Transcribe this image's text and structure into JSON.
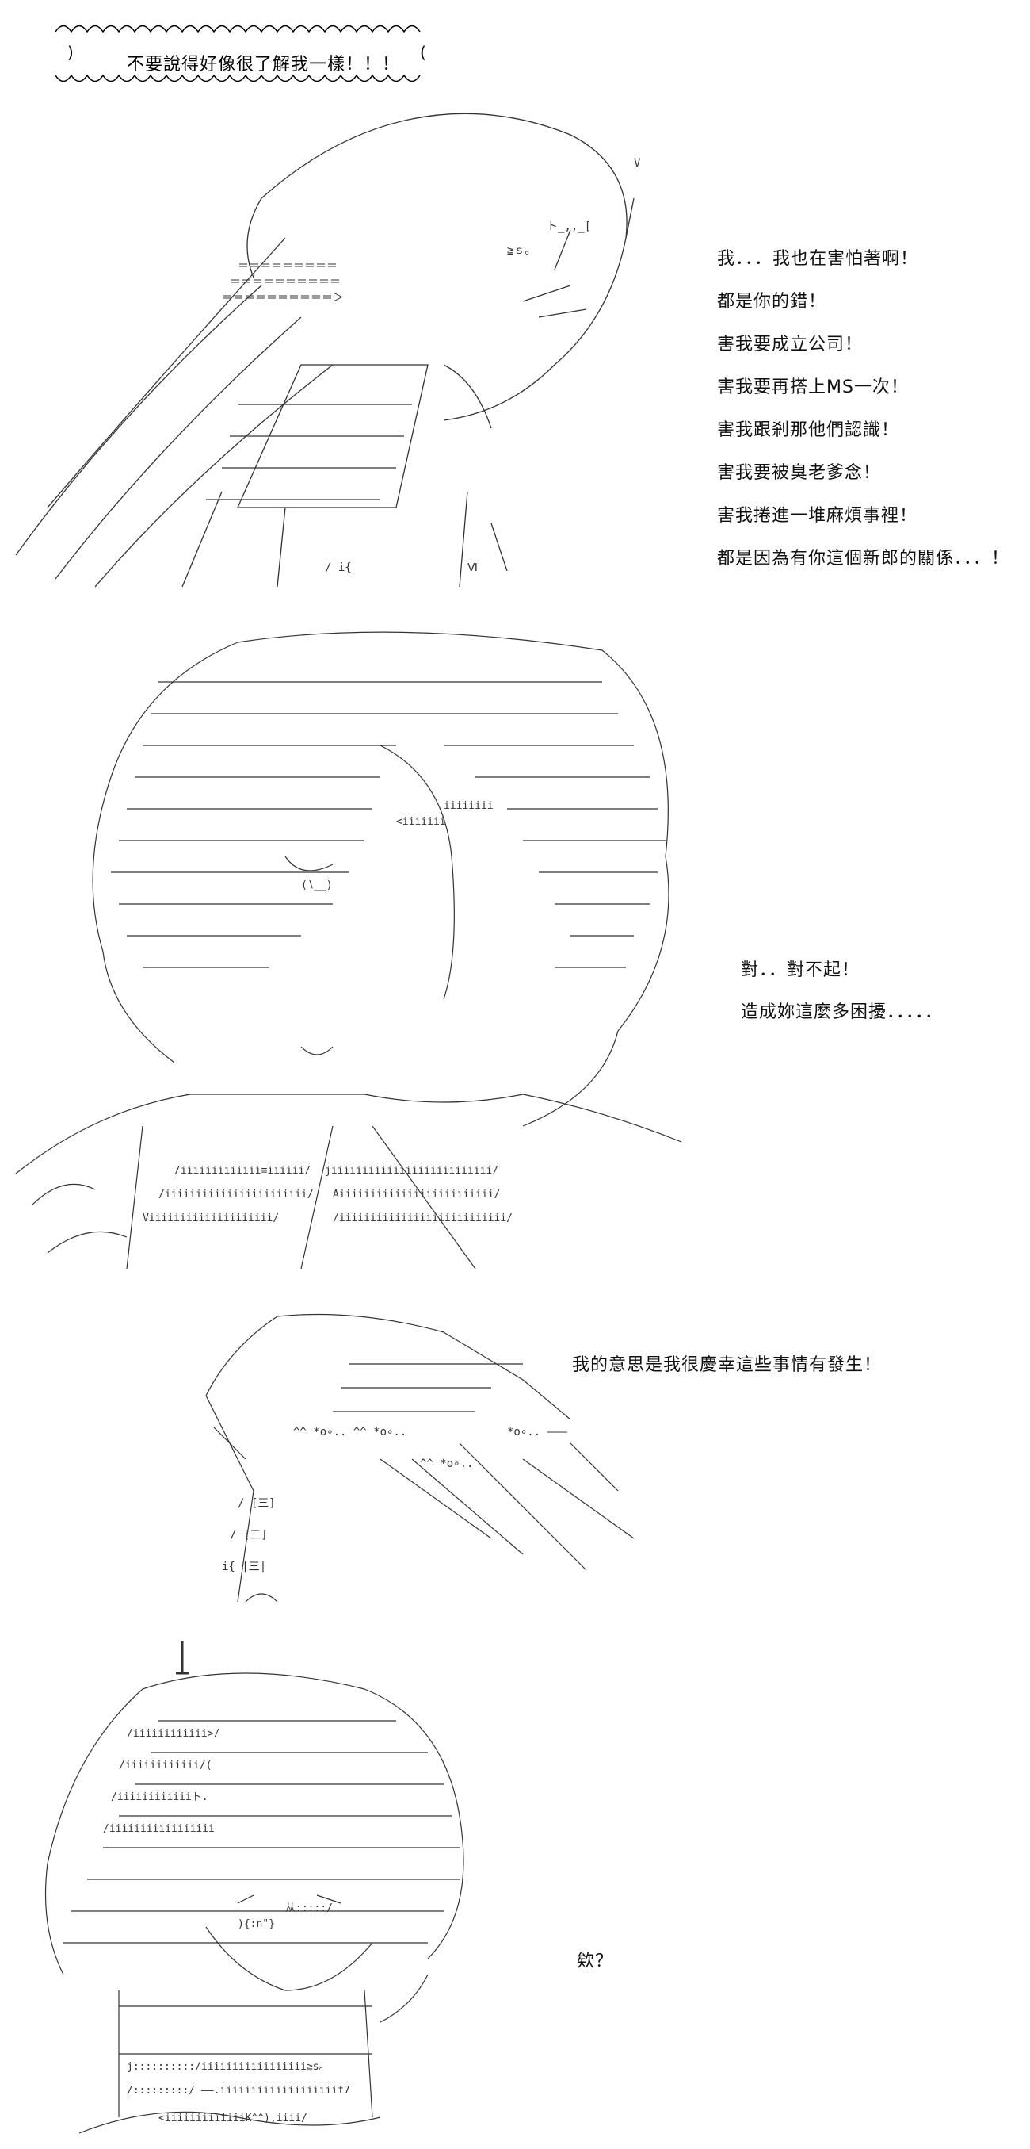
{
  "top_bubble": {
    "text": "不要說得好像很了解我一樣！！！"
  },
  "panel1": {
    "lines": [
      "我．．．我也在害怕著啊！",
      "都是你的錯！",
      "害我要成立公司！",
      "害我要再搭上MS一次！",
      "害我跟剎那他們認識！",
      "害我要被臭老爹念！",
      "害我捲進一堆麻煩事裡！",
      "都是因為有你這個新郎的關係．．．！"
    ]
  },
  "panel2": {
    "lines": [
      "對．．對不起！",
      "造成妳這麼多困擾．．．．．"
    ]
  },
  "panel3": {
    "lines": [
      "我的意思是我很慶幸這些事情有發生！"
    ]
  },
  "panel4": {
    "lines": [
      "欸？"
    ]
  },
  "colors": {
    "ink": "#000000",
    "background": "#ffffff"
  }
}
